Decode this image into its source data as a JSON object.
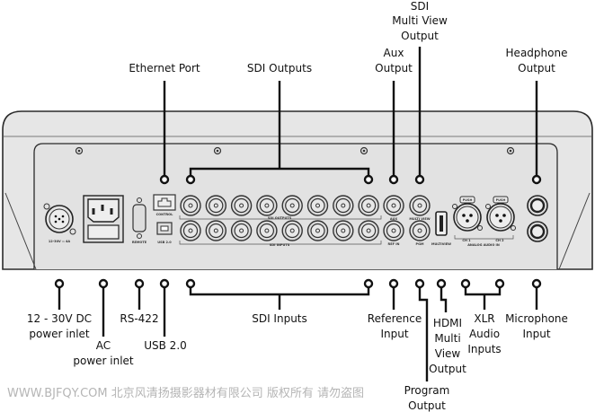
{
  "labels": {
    "ethernet": "Ethernet Port",
    "sdi_outputs": "SDI Outputs",
    "aux": [
      "Aux",
      "Output"
    ],
    "multiview_sdi": [
      "SDI",
      "Multi View",
      "Output"
    ],
    "headphone": [
      "Headphone",
      "Output"
    ],
    "dc": [
      "12 - 30V DC",
      "power inlet"
    ],
    "ac": [
      "AC",
      "power inlet"
    ],
    "rs422": "RS-422",
    "usb": "USB 2.0",
    "sdi_inputs": "SDI Inputs",
    "reference": [
      "Reference",
      "Input"
    ],
    "hdmi": [
      "HDMI",
      "Multi",
      "View",
      "Output"
    ],
    "program": [
      "Program",
      "Output"
    ],
    "xlr": [
      "XLR",
      "Audio",
      "Inputs"
    ],
    "microphone": [
      "Microphone",
      "Input"
    ]
  },
  "panel_marks": {
    "control": "CONTROL",
    "remote": "REMOTE",
    "usb": "USB 2.0",
    "sdi_outputs": "SDI OUTPUTS",
    "sdi_inputs": "SDI INPUTS",
    "aux": "AUX",
    "multiview": "MULTI VIEW",
    "ref_in": "REF IN",
    "pgm": "PGM",
    "hdmi_multiview": "MULTIVIEW",
    "ch1": "CH 1",
    "ch2": "CH 2",
    "analog_audio_in": "ANALOG AUDIO IN",
    "push": "PUSH",
    "dc_rating": "12-30V ⎓ 4A"
  },
  "watermark": "WWW.BJFQY.COM 北京风清扬摄影器材有限公司 版权所有 请勿盗图",
  "colors": {
    "body": "#e4e4e4",
    "panel_outline": "#2a2a2a",
    "leader": "#111111",
    "watermark": "#b5b5b5"
  }
}
